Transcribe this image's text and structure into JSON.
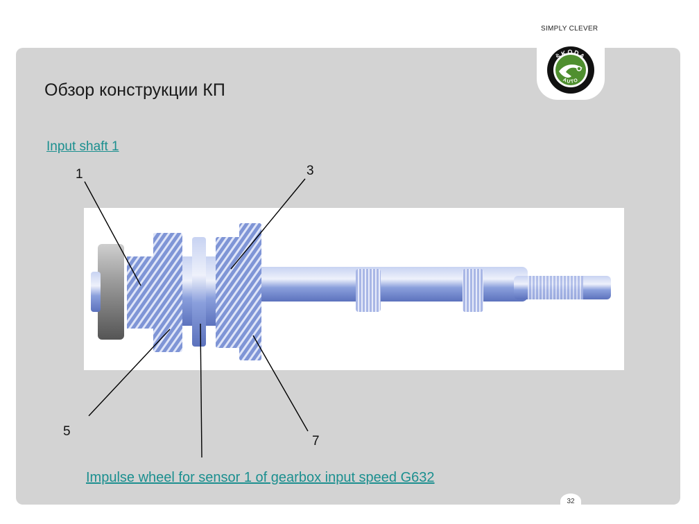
{
  "header": {
    "tagline": "SIMPLY CLEVER",
    "logo_text_top": "ŠKODA",
    "logo_text_bottom": "AUTO"
  },
  "slide": {
    "title": "Обзор конструкции КП",
    "link_top": "Input shaft 1",
    "link_bottom": "Impulse wheel for sensor 1 of gearbox input speed G632",
    "page_number": "32"
  },
  "callouts": {
    "c1": "1",
    "c3": "3",
    "c5": "5",
    "c7": "7"
  },
  "colors": {
    "background_panel": "#d3d3d3",
    "link": "#1b8f8f",
    "shaft": "#7f95d6",
    "logo_green": "#4f8f2f"
  },
  "image": {
    "subject": "input-shaft-illustration"
  }
}
